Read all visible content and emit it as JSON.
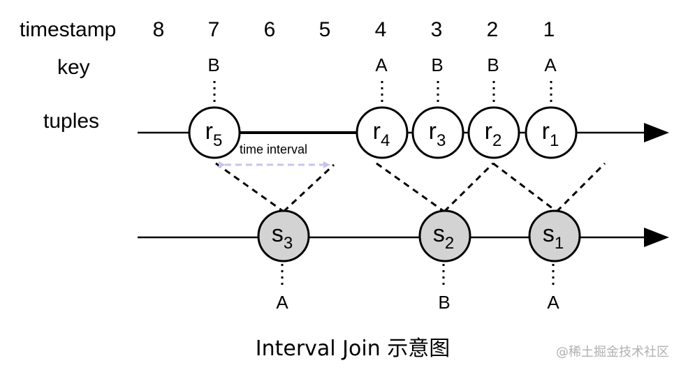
{
  "header": {
    "timestamp_label": "timestamp",
    "key_label": "key",
    "tuples_label": "tuples"
  },
  "timestamps": [
    "8",
    "7",
    "6",
    "5",
    "4",
    "3",
    "2",
    "1"
  ],
  "r_stream": {
    "tuples": [
      {
        "id": "r5",
        "base": "r",
        "sub": "5",
        "key": "B"
      },
      {
        "id": "r4",
        "base": "r",
        "sub": "4",
        "key": "A"
      },
      {
        "id": "r3",
        "base": "r",
        "sub": "3",
        "key": "B"
      },
      {
        "id": "r2",
        "base": "r",
        "sub": "2",
        "key": "B"
      },
      {
        "id": "r1",
        "base": "r",
        "sub": "1",
        "key": "A"
      }
    ]
  },
  "s_stream": {
    "tuples": [
      {
        "id": "s3",
        "base": "s",
        "sub": "3",
        "key": "A"
      },
      {
        "id": "s2",
        "base": "s",
        "sub": "2",
        "key": "B"
      },
      {
        "id": "s1",
        "base": "s",
        "sub": "1",
        "key": "A"
      }
    ]
  },
  "interval_label": "time interval",
  "caption": "Interval Join 示意图",
  "watermark": "@稀土掘金技术社区",
  "colors": {
    "stroke": "#000000",
    "s_fill": "#d3d3d3",
    "r_fill": "#ffffff",
    "interval_arrow": "#c8c4ec",
    "watermark": "#b0b0b0"
  }
}
